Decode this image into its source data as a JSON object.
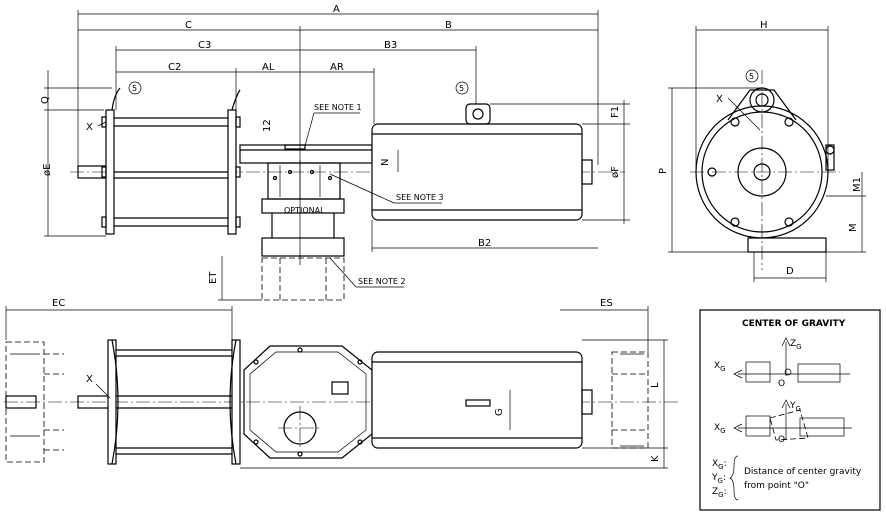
{
  "dimensions": {
    "A": "A",
    "B": "B",
    "C": "C",
    "C3": "C3",
    "B3": "B3",
    "C2": "C2",
    "AL": "AL",
    "AR": "AR",
    "H": "H",
    "Q": "Q",
    "X": "X",
    "phiE": "øE",
    "phiF": "øF",
    "twelve": "12",
    "N": "N",
    "F1": "F1",
    "B2": "B2",
    "P": "P",
    "M1": "M1",
    "M": "M",
    "D": "D",
    "ET": "ET",
    "EC": "EC",
    "ES": "ES",
    "L": "L",
    "G": "G",
    "K": "K",
    "five": "5"
  },
  "notes": {
    "note1": "SEE NOTE 1",
    "note2": "SEE NOTE 2",
    "note3": "SEE NOTE 3",
    "optional": "OPTIONAL"
  },
  "cog": {
    "title": "CENTER OF GRAVITY",
    "zg": "Z",
    "yg": "Y",
    "xg": "X",
    "g": "G",
    "origin": "O",
    "xg_label": "X",
    "yg_label": "Y",
    "zg_label": "Z",
    "g_suffix": "G",
    "colon": ":",
    "desc_line1": "Distance of center gravity",
    "desc_line2": "from point \"O\""
  }
}
